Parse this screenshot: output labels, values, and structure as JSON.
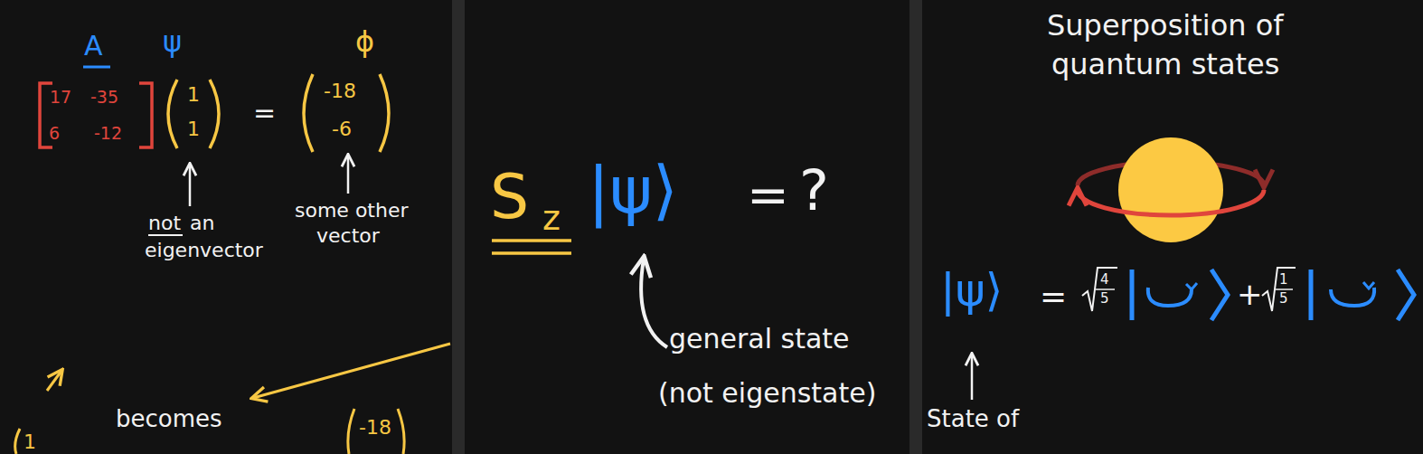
{
  "diagram": {
    "labels": [
      "A",
      "ψ",
      "ϕ",
      "17",
      "-35",
      "6",
      "-12",
      "1",
      "1",
      "=",
      "-18",
      "-6",
      "not",
      "an",
      "eigenvector",
      "some other",
      "vector",
      "becomes",
      "1",
      "-18",
      "S",
      "z",
      "|ψ⟩",
      "=",
      "?",
      "general state",
      "(not eigenstate)",
      "Superposition of",
      "quantum states",
      "|ψ⟩",
      "=",
      "4",
      "5",
      "+",
      "1",
      "5",
      "State of"
    ]
  }
}
